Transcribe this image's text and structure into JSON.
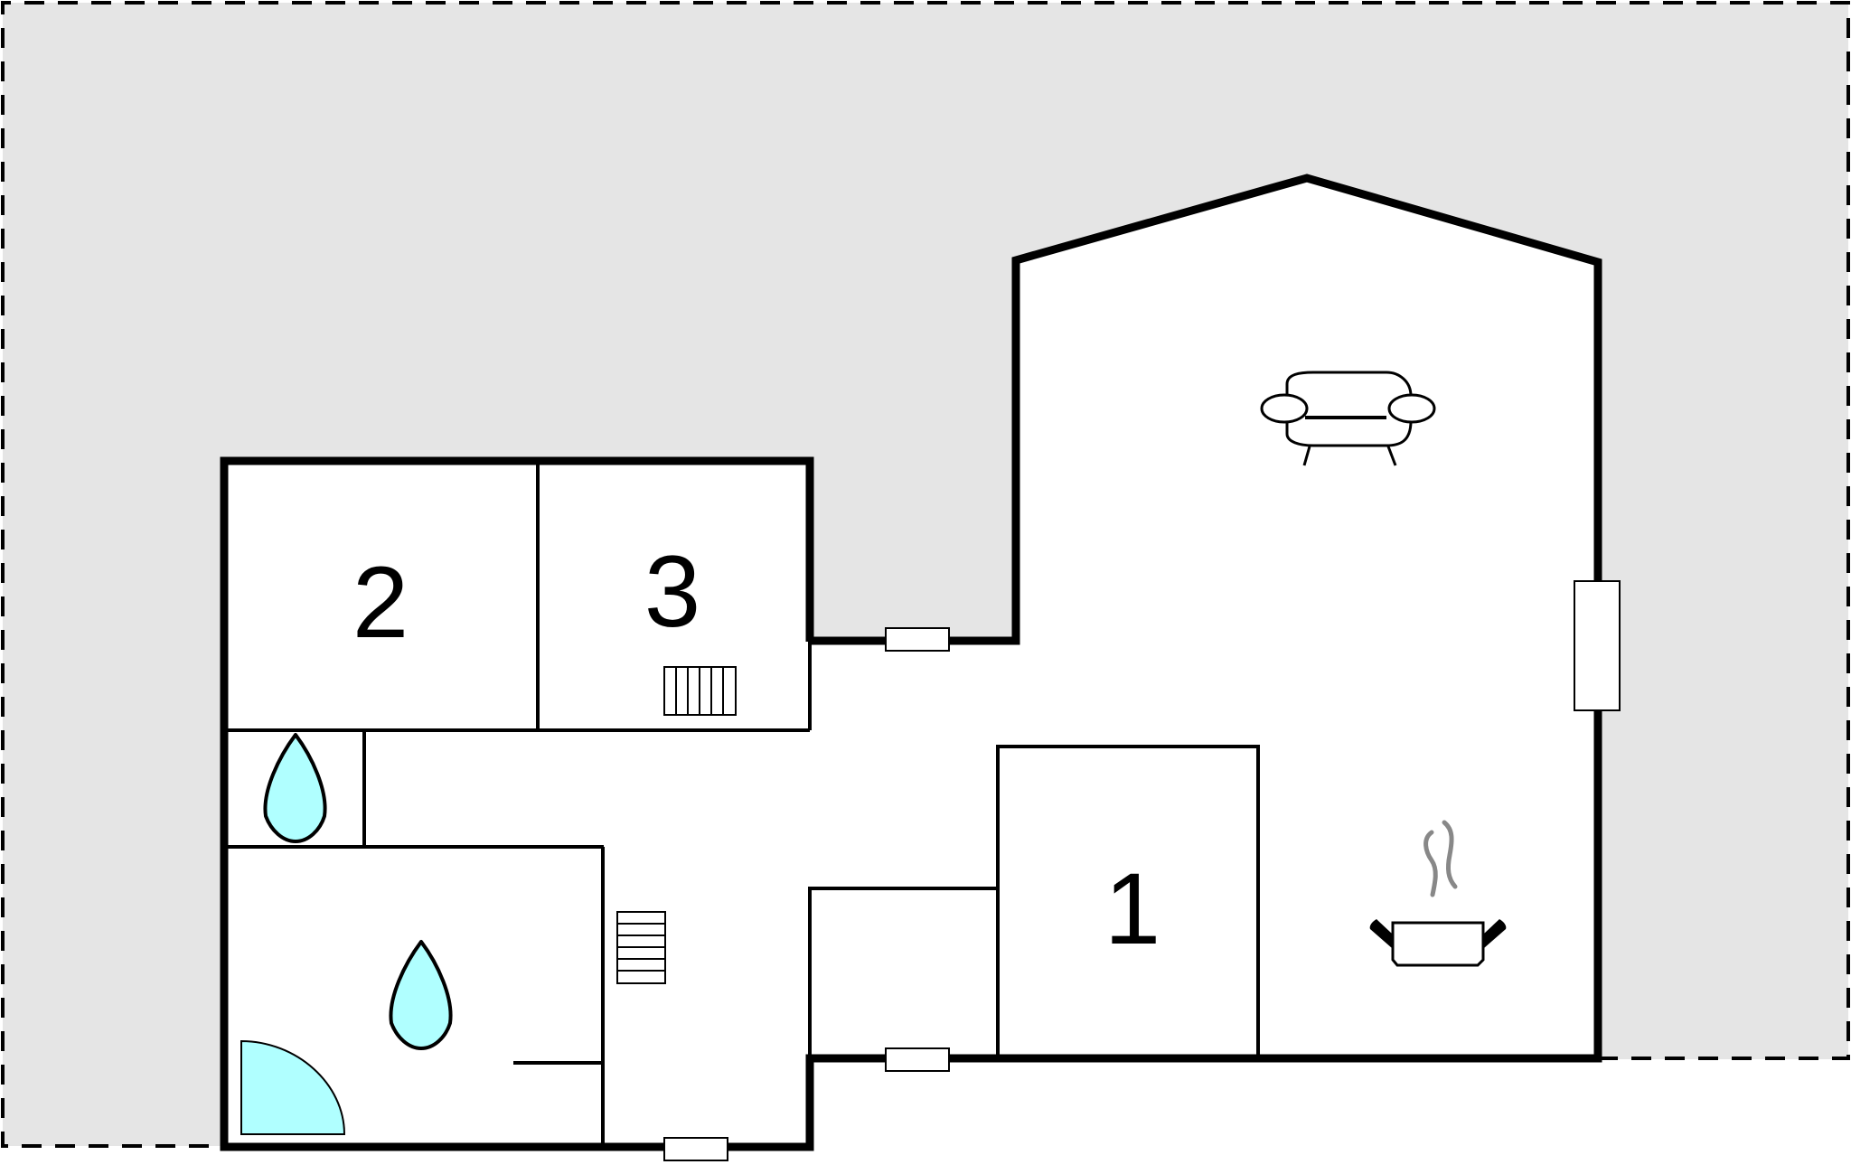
{
  "floor_plan": {
    "rooms": [
      {
        "id": "room-1",
        "label": "1"
      },
      {
        "id": "room-2",
        "label": "2"
      },
      {
        "id": "room-3",
        "label": "3"
      }
    ],
    "icons": [
      "sofa-icon",
      "cooking-pot-icon",
      "water-drop-icon",
      "water-drop-icon",
      "shower-icon",
      "radiator-icon",
      "radiator-icon"
    ],
    "colors": {
      "plot_background": "#e5e5e5",
      "interior": "#ffffff",
      "walls": "#000000",
      "water": "#b0ffff",
      "steam": "#888888"
    }
  }
}
